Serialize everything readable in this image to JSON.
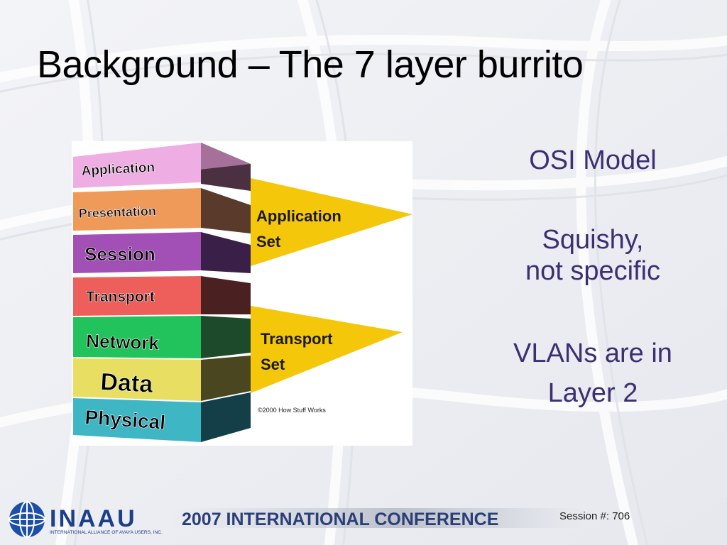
{
  "slide": {
    "title": "Background – The 7 layer burrito",
    "bullets": [
      "OSI Model",
      "Squishy, not specific",
      "VLANs are in Layer 2"
    ]
  },
  "figure": {
    "layers": [
      {
        "name": "Application",
        "color": "#eeaee4"
      },
      {
        "name": "Presentation",
        "color": "#f09a5a"
      },
      {
        "name": "Session",
        "color": "#a24fb6"
      },
      {
        "name": "Transport",
        "color": "#ee5e5a"
      },
      {
        "name": "Network",
        "color": "#22c35c"
      },
      {
        "name": "Data",
        "color": "#e8df62"
      },
      {
        "name": "Physical",
        "color": "#3fb6c4"
      }
    ],
    "group_top": "Application Set",
    "group_bottom": "Transport Set",
    "copyright": "©2000 How Stuff Works"
  },
  "footer": {
    "logo_text": "INAAU",
    "logo_subtitle": "INTERNATIONAL ALLIANCE OF AVAYA USERS, INC.",
    "conference": "2007 INTERNATIONAL CONFERENCE",
    "session": "Session #: 706"
  }
}
